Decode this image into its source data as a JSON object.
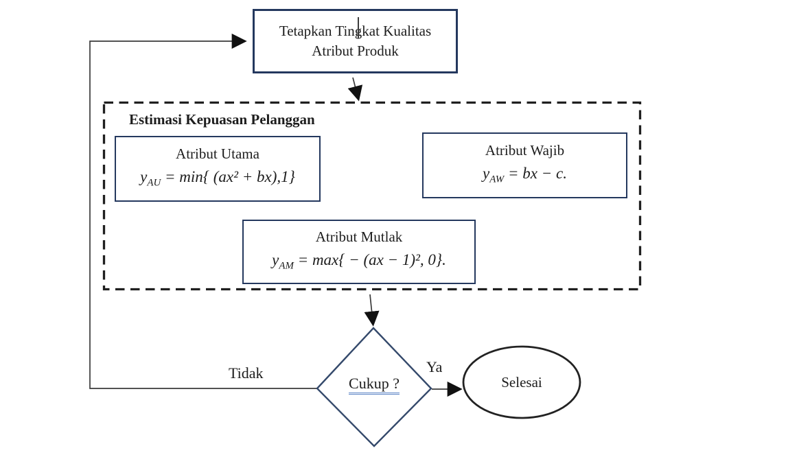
{
  "diagram": {
    "start_box": {
      "line1": "Tetapkan Tingkat Kualitas",
      "line2": "Atribut Produk"
    },
    "estimasi": {
      "title": "Estimasi Kepuasan Pelanggan",
      "boxes": [
        {
          "title": "Atribut Utama",
          "formula": {
            "var": "y",
            "sub": "AU",
            "rest": " = min{ (ax² + bx),1}"
          }
        },
        {
          "title": "Atribut Wajib",
          "formula": {
            "var": "y",
            "sub": "AW",
            "rest": " = bx − c."
          }
        },
        {
          "title": "Atribut Mutlak",
          "formula": {
            "var": "y",
            "sub": "AM",
            "rest": " = max{ − (ax − 1)², 0}."
          }
        }
      ]
    },
    "decision": {
      "label": "Cukup ?"
    },
    "edges": {
      "no_label": "Tidak",
      "yes_label": "Ya"
    },
    "end_node": {
      "label": "Selesai"
    },
    "colors": {
      "shape_border": "#24385e",
      "dashed_border": "#202020",
      "connector": "#3a3a3a",
      "arrowhead": "#111111",
      "decision_underline": "#5d85c6",
      "background": "#ffffff"
    }
  }
}
